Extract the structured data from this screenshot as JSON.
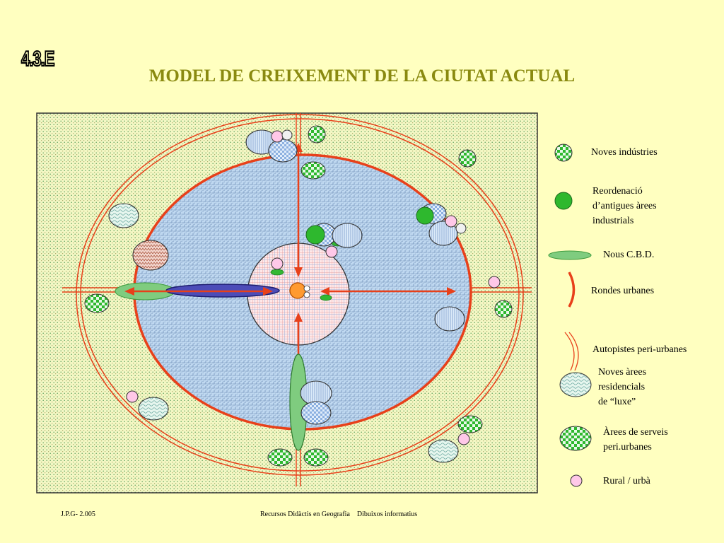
{
  "stamp": "4.3.E",
  "title": "MODEL DE CREIXEMENT DE LA CIUTAT ACTUAL",
  "legend": {
    "new_industries": "Noves indústries",
    "reorg_line1": "Reordenació",
    "reorg_line2": "d’antigues àrees",
    "reorg_line3": "industrials",
    "new_cbd": "Nous C.B.D.",
    "ring_roads": "Rondes urbanes",
    "motorways": "Autopistes peri-urbanes",
    "residential_line1": "Noves àrees",
    "residential_line2": "residencials",
    "residential_line3": "de “luxe”",
    "services_line1": "Àrees de serveis",
    "services_line2": "peri.urbanes",
    "rural_urban": "Rural / urbà"
  },
  "footer": {
    "author": "J.P.G- 2.005",
    "source": "Recursos Didàctis en Geografia    Dibuixos informatius"
  },
  "colors": {
    "background": "#FFFFC0",
    "title": "#8A8A10",
    "ring_road": "#E8401A",
    "motorway": "#E8401A",
    "industry_green": "#2EB82E",
    "luxury_blue": "#DCEBFA",
    "cbd_green": "#7FCC7F",
    "rural_pink": "#FFC8E8"
  }
}
